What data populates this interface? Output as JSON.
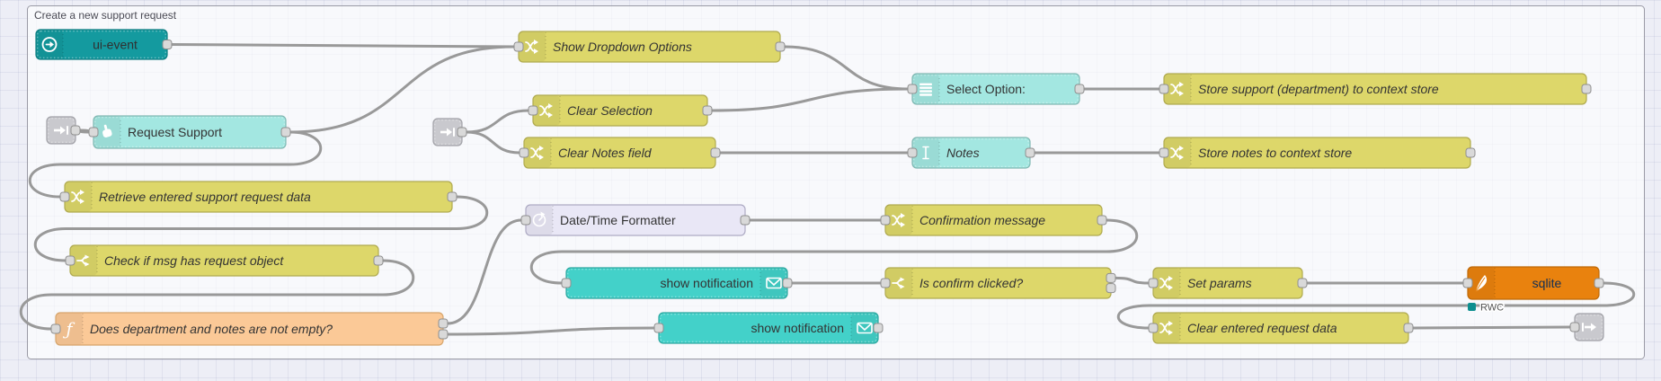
{
  "group": {
    "title": "Create a new support request"
  },
  "colors": {
    "canvas_bg": "#edeef6",
    "wire": "#999999",
    "group_fill": "rgba(255,255,255,0.62)",
    "group_border": "#9a9aa5",
    "port_fill": "#d9d9d9",
    "port_border": "#8f8f8f",
    "status_fill": "#0d8f8f"
  },
  "palette": {
    "event": {
      "fill": "#149a9f",
      "stroke": "#0e7e82",
      "text": "#303030"
    },
    "widget": {
      "fill": "#a3e7e1",
      "stroke": "#82b8b3",
      "text": "#333333"
    },
    "notify": {
      "fill": "#43d1c9",
      "stroke": "#2fa8a1",
      "text": "#333333"
    },
    "rule": {
      "fill": "#ddd76a",
      "stroke": "#b0aa50",
      "text": "#333333"
    },
    "time": {
      "fill": "#e9e7f6",
      "stroke": "#aeabc4",
      "text": "#333333"
    },
    "func": {
      "fill": "#fbc997",
      "stroke": "#d6a56c",
      "text": "#333333"
    },
    "sqlite": {
      "fill": "#e9820e",
      "stroke": "#bf6a09",
      "text": "#122f55"
    },
    "link": {
      "fill": "#c9c9ce",
      "stroke": "#a2a2a8",
      "text": "#333333"
    }
  },
  "nodes": [
    {
      "id": "ui_event",
      "label": "ui-event",
      "palette": "event",
      "icon": "circle-arrow-icon",
      "italic": false,
      "inputs": 0,
      "outputs": 1,
      "align": "center",
      "dashed_inner": true
    },
    {
      "id": "show_dropdown",
      "label": "Show Dropdown Options",
      "palette": "rule",
      "icon": "shuffle-icon",
      "italic": true,
      "inputs": 1,
      "outputs": 1
    },
    {
      "id": "select_option",
      "label": "Select Option:",
      "palette": "widget",
      "icon": "dropdown-icon",
      "italic": false,
      "inputs": 1,
      "outputs": 1,
      "dashed_inner": true
    },
    {
      "id": "store_support",
      "label": "Store support (department) to context store",
      "palette": "rule",
      "icon": "shuffle-icon",
      "italic": true,
      "inputs": 1,
      "outputs": 1
    },
    {
      "id": "link_in_1",
      "label": "",
      "palette": "link",
      "icon": "link-in-icon",
      "italic": false,
      "inputs": 0,
      "outputs": 1,
      "dashed_inner": true
    },
    {
      "id": "request_support",
      "label": "Request Support",
      "palette": "widget",
      "icon": "hand-pointer-icon",
      "italic": false,
      "inputs": 1,
      "outputs": 1,
      "dashed_inner": true
    },
    {
      "id": "link_in_2",
      "label": "",
      "palette": "link",
      "icon": "link-in-icon",
      "italic": false,
      "inputs": 0,
      "outputs": 1,
      "dashed_inner": true
    },
    {
      "id": "clear_selection",
      "label": "Clear Selection",
      "palette": "rule",
      "icon": "shuffle-icon",
      "italic": true,
      "inputs": 1,
      "outputs": 1
    },
    {
      "id": "clear_notes",
      "label": "Clear Notes field",
      "palette": "rule",
      "icon": "shuffle-icon",
      "italic": true,
      "inputs": 1,
      "outputs": 1
    },
    {
      "id": "notes",
      "label": "Notes",
      "palette": "widget",
      "icon": "text-cursor-icon",
      "italic": true,
      "inputs": 1,
      "outputs": 1,
      "dashed_inner": true
    },
    {
      "id": "store_notes",
      "label": "Store notes to context store",
      "palette": "rule",
      "icon": "shuffle-icon",
      "italic": true,
      "inputs": 1,
      "outputs": 1
    },
    {
      "id": "retrieve",
      "label": "Retrieve entered support request data",
      "palette": "rule",
      "icon": "shuffle-icon",
      "italic": true,
      "inputs": 1,
      "outputs": 1
    },
    {
      "id": "datetime",
      "label": "Date/Time Formatter",
      "palette": "time",
      "icon": "timer-icon",
      "italic": false,
      "inputs": 1,
      "outputs": 1
    },
    {
      "id": "confirmation",
      "label": "Confirmation message",
      "palette": "rule",
      "icon": "shuffle-icon",
      "italic": true,
      "inputs": 1,
      "outputs": 1
    },
    {
      "id": "check_msg",
      "label": "Check if msg has request object",
      "palette": "rule",
      "icon": "switch-icon",
      "italic": true,
      "inputs": 1,
      "outputs": 1
    },
    {
      "id": "show_notif_1",
      "label": "show notification",
      "palette": "notify",
      "icon": "envelope-icon",
      "italic": false,
      "inputs": 1,
      "outputs": 1,
      "icon_side": "right",
      "align": "right",
      "dashed_inner": true
    },
    {
      "id": "is_confirm",
      "label": "Is confirm clicked?",
      "palette": "rule",
      "icon": "switch-icon",
      "italic": true,
      "inputs": 1,
      "outputs": 2
    },
    {
      "id": "set_params",
      "label": "Set params",
      "palette": "rule",
      "icon": "shuffle-icon",
      "italic": true,
      "inputs": 1,
      "outputs": 1
    },
    {
      "id": "sqlite",
      "label": "sqlite",
      "palette": "sqlite",
      "icon": "feather-icon",
      "italic": false,
      "inputs": 1,
      "outputs": 1,
      "align": "center",
      "status": "RWC"
    },
    {
      "id": "does_dept",
      "label": "Does department and notes are not empty?",
      "palette": "func",
      "icon": "function-icon",
      "italic": true,
      "inputs": 1,
      "outputs": 2
    },
    {
      "id": "show_notif_2",
      "label": "show notification",
      "palette": "notify",
      "icon": "envelope-icon",
      "italic": false,
      "inputs": 1,
      "outputs": 1,
      "icon_side": "right",
      "align": "right",
      "dashed_inner": true
    },
    {
      "id": "clear_entered",
      "label": "Clear entered request data",
      "palette": "rule",
      "icon": "shuffle-icon",
      "italic": true,
      "inputs": 1,
      "outputs": 1
    },
    {
      "id": "link_out",
      "label": "",
      "palette": "link",
      "icon": "link-out-icon",
      "italic": false,
      "inputs": 1,
      "outputs": 0,
      "dashed_inner": true
    }
  ],
  "wires": [
    {
      "from": "ui_event",
      "to": "show_dropdown"
    },
    {
      "from": "request_support",
      "to": "show_dropdown"
    },
    {
      "from": "request_support",
      "to": "retrieve"
    },
    {
      "from": "show_dropdown",
      "to": "select_option"
    },
    {
      "from": "clear_selection",
      "to": "select_option"
    },
    {
      "from": "link_in_2",
      "to": "clear_selection"
    },
    {
      "from": "link_in_2",
      "to": "clear_notes"
    },
    {
      "from": "clear_notes",
      "to": "notes"
    },
    {
      "from": "notes",
      "to": "store_notes"
    },
    {
      "from": "select_option",
      "to": "store_support"
    },
    {
      "from": "link_in_1",
      "to": "request_support"
    },
    {
      "from": "retrieve",
      "to": "check_msg"
    },
    {
      "from": "check_msg",
      "to": "does_dept"
    },
    {
      "from": "does_dept",
      "to": "datetime",
      "out": 0
    },
    {
      "from": "does_dept",
      "to": "show_notif_2",
      "out": 1
    },
    {
      "from": "datetime",
      "to": "confirmation"
    },
    {
      "from": "confirmation",
      "to": "show_notif_1"
    },
    {
      "from": "show_notif_1",
      "to": "is_confirm"
    },
    {
      "from": "is_confirm",
      "to": "set_params",
      "out": 0
    },
    {
      "from": "set_params",
      "to": "sqlite"
    },
    {
      "from": "sqlite",
      "to": "clear_entered"
    },
    {
      "from": "clear_entered",
      "to": "link_out"
    }
  ]
}
